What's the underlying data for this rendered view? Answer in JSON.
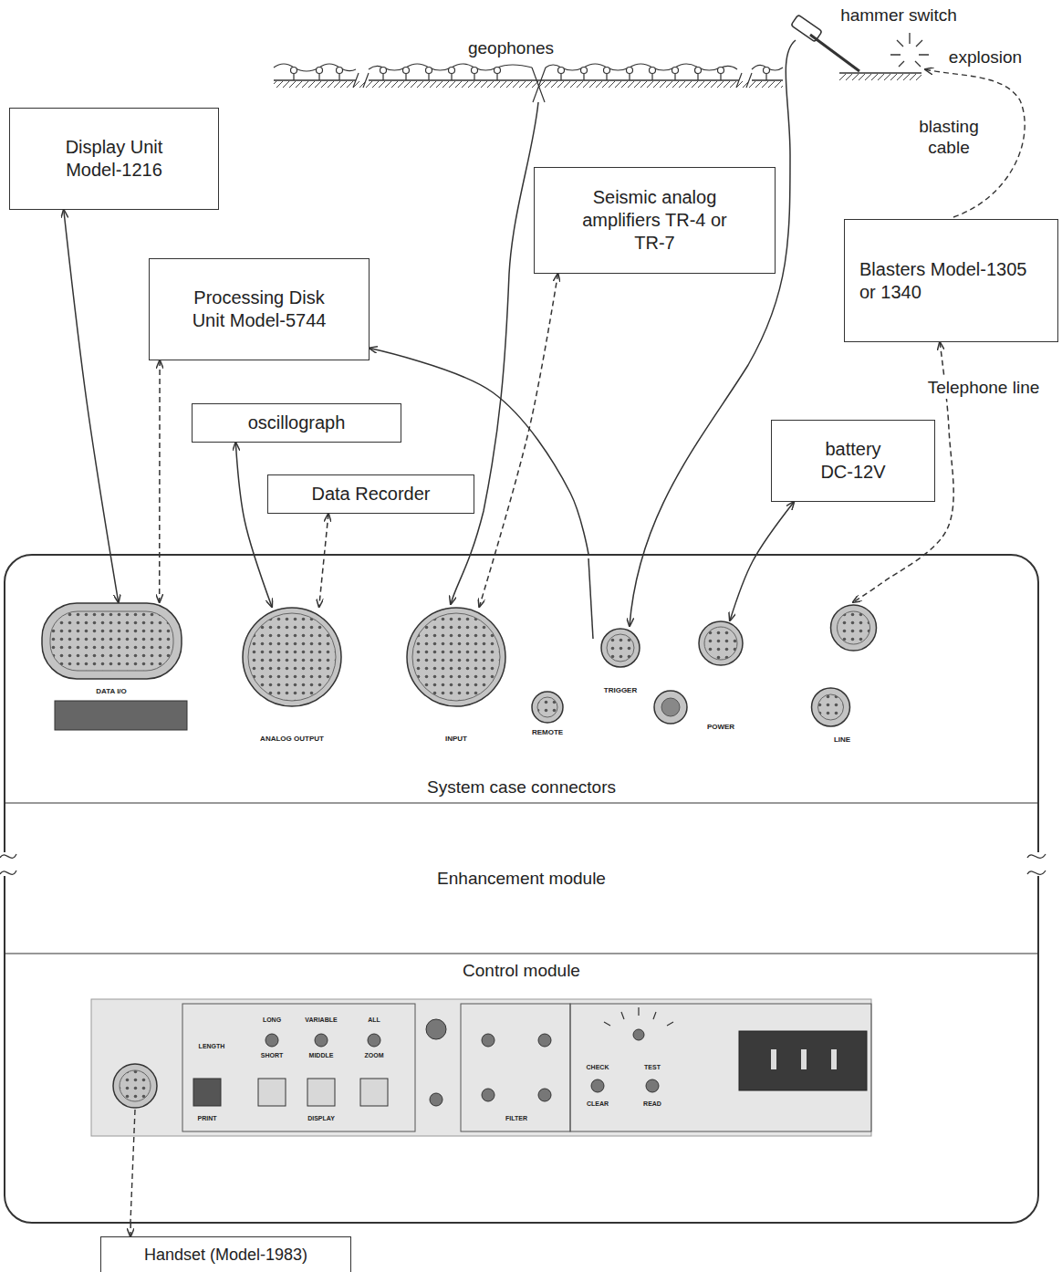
{
  "diagram": {
    "nodes": [
      {
        "text": [
          "Display Unit Model-1216"
        ]
      },
      {
        "text": [
          "Processing Disk Unit Model-5744"
        ]
      },
      {
        "text": [
          "Seismic analog amplifiers TR-4 or TR-7"
        ]
      },
      {
        "text": [
          "Blasters Model-1305 or 1340"
        ]
      },
      {
        "text": [
          "oscillograph"
        ]
      },
      {
        "text": [
          "Data Recorder"
        ]
      },
      {
        "text": [
          "battery DC-12V"
        ]
      },
      {
        "text": [
          "System case connectors"
        ]
      },
      {
        "text": [
          "DATA I/O"
        ],
        "in": 7
      },
      {
        "text": [
          "ANALOG OUTPUT"
        ],
        "in": 7
      },
      {
        "text": [
          "INPUT"
        ],
        "in": 7
      },
      {
        "text": [
          "TRIGGER"
        ],
        "in": 7
      },
      {
        "text": [
          "POWER"
        ],
        "in": 7
      },
      {
        "text": [
          "LINE"
        ],
        "in": 7
      },
      {
        "text": [
          "Enhancement module"
        ]
      },
      {
        "text": [
          "Control module"
        ]
      },
      {
        "text": [
          "Handset (Model-1983)"
        ]
      }
    ],
    "edges": [
      {
        "from": 0,
        "to": 8,
        "arrow": "both"
      },
      {
        "from": 1,
        "to": 8,
        "arrow": "both"
      },
      {
        "from": 4,
        "to": 9,
        "arrow": "both"
      },
      {
        "from": 5,
        "to": 9,
        "arrow": "both"
      },
      {
        "from": 2,
        "to": 10,
        "arrow": "both"
      },
      {
        "from": 7,
        "to": 1,
        "arrow": "to"
      },
      {
        "from": 6,
        "to": 12,
        "arrow": "both"
      },
      {
        "from": 3,
        "to": 13,
        "arrow": "both"
      },
      {
        "from": 15,
        "to": 16,
        "arrow": "to"
      }
    ],
    "labels": [
      "geophones",
      "hammer switch",
      "explosion",
      "blasting cable",
      "Telephone line",
      "REMOTE",
      "LENGTH",
      "LONG",
      "VARIABLE",
      "ALL",
      "SHORT",
      "MIDDLE",
      "ZOOM",
      "PRINT",
      "DISPLAY",
      "FILTER",
      "CHECK",
      "TEST",
      "CLEAR",
      "READ"
    ]
  }
}
